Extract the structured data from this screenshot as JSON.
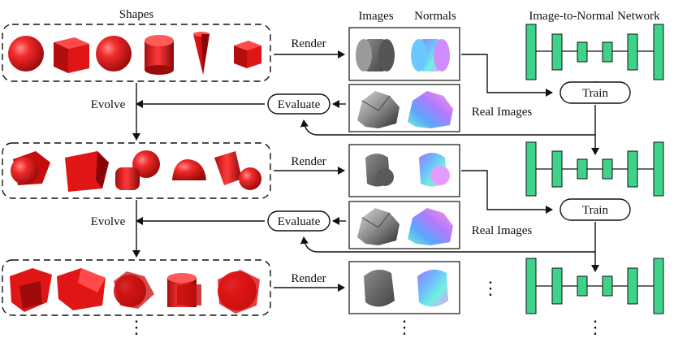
{
  "headers": {
    "shapes": "Shapes",
    "images": "Images",
    "normals": "Normals",
    "network": "Image-to-Normal Network"
  },
  "labels": {
    "render": "Render",
    "evolve": "Evolve",
    "evaluate": "Evaluate",
    "train": "Train",
    "real_images": "Real Images",
    "ellipsis": "⋮",
    "h_ellipsis": "⋯"
  },
  "colors": {
    "shape_red": "#e8141a",
    "network_green": "#3fd38a",
    "render_gray": "#6b6b6b",
    "line": "#111111"
  }
}
